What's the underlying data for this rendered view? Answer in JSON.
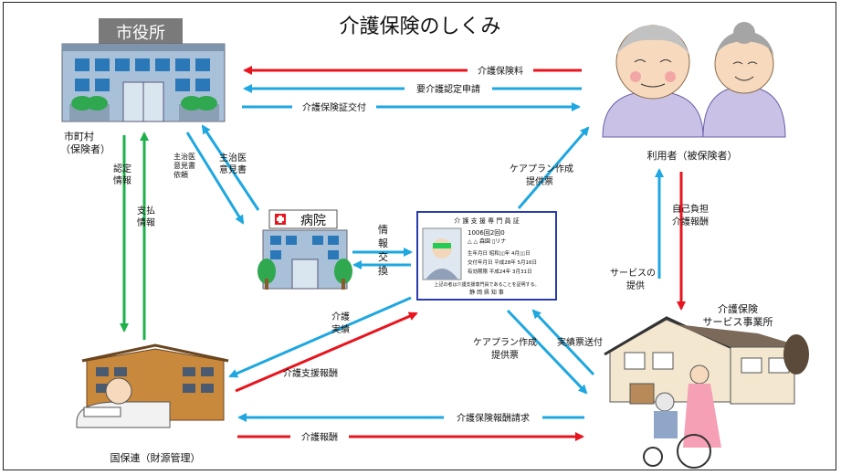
{
  "title": "介護保険のしくみ",
  "nodes": {
    "city_hall_sign": "市役所",
    "municipality": [
      "市町村",
      "（保険者）"
    ],
    "hospital_sign": "病院",
    "user": "利用者（被保険者）",
    "provider": [
      "介護保険",
      "サービス事業所"
    ],
    "kokuho": "国保連（財源管理）"
  },
  "card": {
    "title": "介 護 支 援 専 門 員 証",
    "line1": "1006回2回0",
    "line2": "△ △ 森園 ▯リナ",
    "line3": "生年月日 昭和▯▯年 4月▯▯日",
    "line4": "交付年月日 平成28年 5月16日",
    "line5": "有効期限 平成24年 3月31日",
    "footer": "上記の者は介護支援専門員であることを証明する。",
    "issuer": "静 岡 県 知 事"
  },
  "arrows": {
    "premium": "介護保険料",
    "certification_request": "要介護認定申請",
    "insurance_card": "介護保険証交付",
    "physician_request": [
      "主治医",
      "意見書",
      "依頼"
    ],
    "physician_opinion": [
      "主治医",
      "意見書"
    ],
    "cert_info": [
      "認定",
      "情報"
    ],
    "payment_info": [
      "支払",
      "情報"
    ],
    "info_exchange": [
      "情",
      "報",
      "交",
      "換"
    ],
    "careplan_user": [
      "ケアプラン作成",
      "提供票"
    ],
    "copay": [
      "自己負担",
      "介護報酬"
    ],
    "service": [
      "サービスの",
      "提供"
    ],
    "care_record": [
      "介護",
      "実績"
    ],
    "care_support_fee": "介護支援報酬",
    "careplan_provider": [
      "ケアプラン作成",
      "提供票"
    ],
    "record_send": "実績票送付",
    "fee_request": "介護保険報酬請求",
    "care_fee": "介護報酬"
  },
  "colors": {
    "red": "#e8141e",
    "blue": "#1ea7e0",
    "green": "#1db14b",
    "card_border": "#2a3bb0",
    "building": "#a9c1d8"
  }
}
